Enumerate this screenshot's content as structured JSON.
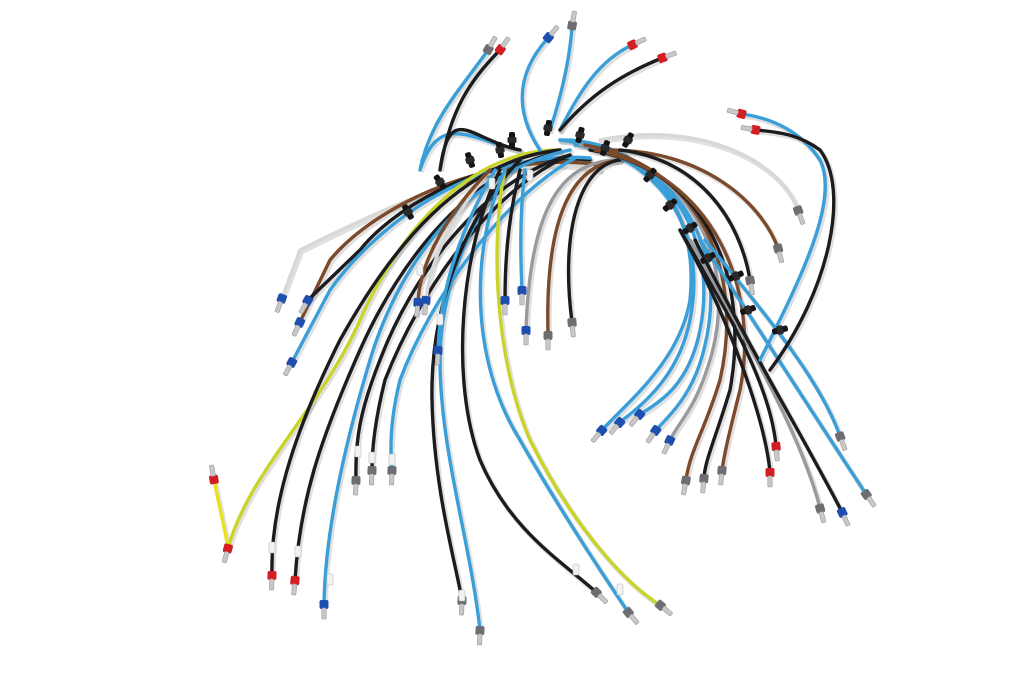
{
  "image": {
    "subject": "wire-harness",
    "background": "#ffffff"
  },
  "colors": {
    "blue": "#3a9fd8",
    "black": "#1c1c1e",
    "brown": "#7a4a2a",
    "grey": "#9a9a9e",
    "white_grey": "#d8d8d6",
    "green_yellow": "#c9d42a",
    "yellow": "#e8e020",
    "ferrule_blue": "#1e4fb0",
    "ferrule_red": "#d41e24",
    "ferrule_grey": "#6e6e72",
    "pin_metal": "#c8c8c8",
    "tie_black": "#141414"
  },
  "wire_colors": [
    "blue",
    "black",
    "brown",
    "grey",
    "white_grey",
    "green_yellow",
    "yellow"
  ],
  "ferrule_colors": [
    "ferrule_blue",
    "ferrule_red",
    "ferrule_grey"
  ]
}
